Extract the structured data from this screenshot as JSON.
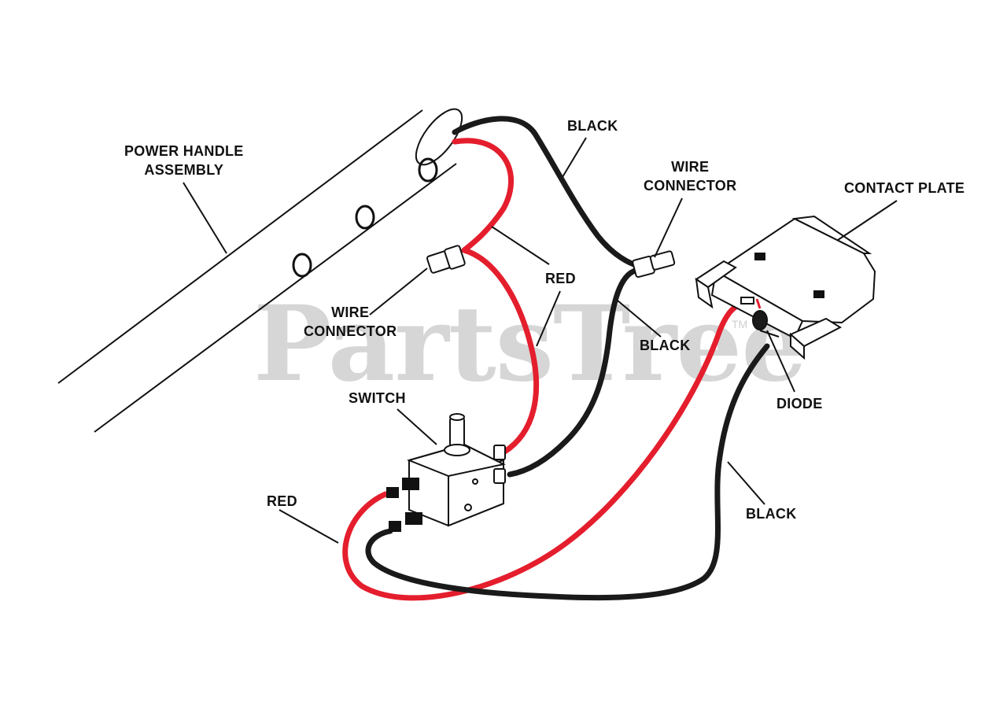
{
  "labels": {
    "power_handle": [
      "POWER HANDLE",
      "ASSEMBLY"
    ],
    "black_top": "BLACK",
    "wire_connector_right": [
      "WIRE",
      "CONNECTOR"
    ],
    "contact_plate": "CONTACT PLATE",
    "red_mid": "RED",
    "wire_connector_left": [
      "WIRE",
      "CONNECTOR"
    ],
    "black_mid": "BLACK",
    "switch": "SWITCH",
    "diode": "DIODE",
    "red_bottom": "RED",
    "black_bottom": "BLACK"
  },
  "watermark": {
    "text": "PartsTree",
    "trademark": "TM"
  },
  "colors": {
    "red_wire": "#e41e2d",
    "black_wire": "#1a1a1a",
    "line": "#111111",
    "watermark": "#cfcfcf"
  }
}
